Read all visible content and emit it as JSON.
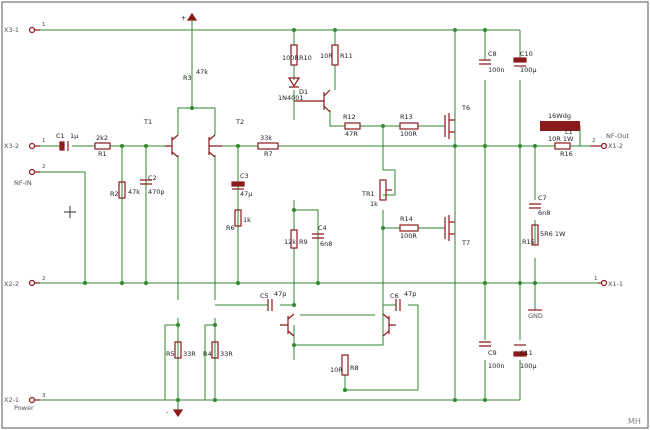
{
  "colors": {
    "wire": "#2d8a2d",
    "part": "#8b1a1a",
    "text": "#222222",
    "frame": "#555555"
  },
  "ports": {
    "x3_1": "X3-1",
    "x3_2": "X3-2",
    "x3_2_sub": "NF-IN",
    "x2_2": "X2-2",
    "x2_1": "X2-1",
    "x2_1_sub": "Power",
    "x1_2": "X1-2",
    "x1_2_sub": "NF-Out",
    "x1_1": "X1-1",
    "gnd": "GND"
  },
  "pins": {
    "p1": "1",
    "p2": "2",
    "p3": "3"
  },
  "rails": {
    "plus": "+",
    "minus": "-"
  },
  "transistors": {
    "t1": "T1",
    "t2": "T2",
    "t6": "T6",
    "t7": "T7"
  },
  "resistors": {
    "r1": "R1",
    "r1v": "2k2",
    "r2": "R2",
    "r2v": "47k",
    "r3": "R3",
    "r3v": "47k",
    "r4": "R4",
    "r4v": "33R",
    "r5": "R5",
    "r5v": "33R",
    "r6": "R6",
    "r6v": "1k",
    "r7": "R7",
    "r7v": "33k",
    "r8": "R8",
    "r8v": "10R",
    "r9": "R9",
    "r9v": "12k",
    "r10": "R10",
    "r10v": "100R",
    "r11": "R11",
    "r11v": "10R",
    "r12": "R12",
    "r12v": "47R",
    "r13": "R13",
    "r13v": "100R",
    "r14": "R14",
    "r14v": "100R",
    "r15": "R15",
    "r15v": "5R6 1W",
    "r16": "R16",
    "r16v": "10R 1W",
    "tr1": "TR1",
    "tr1v": "1k"
  },
  "capacitors": {
    "c1": "C1",
    "c1v": "1µ",
    "c2": "C2",
    "c2v": "470p",
    "c3": "C3",
    "c3v": "47µ",
    "c4": "C4",
    "c4v": "6n8",
    "c5": "C5",
    "c5v": "47p",
    "c6": "C6",
    "c6v": "47p",
    "c7": "C7",
    "c7v": "6n8",
    "c8": "C8",
    "c8v": "100n",
    "c9": "C9",
    "c9v": "100n",
    "c10": "C10",
    "c10v": "100µ",
    "c11": "C11",
    "c11v": "100µ"
  },
  "misc": {
    "d1": "D1",
    "d1v": "1N4001",
    "l1": "L1",
    "l1v": "16Wdg",
    "credit": "MH"
  }
}
